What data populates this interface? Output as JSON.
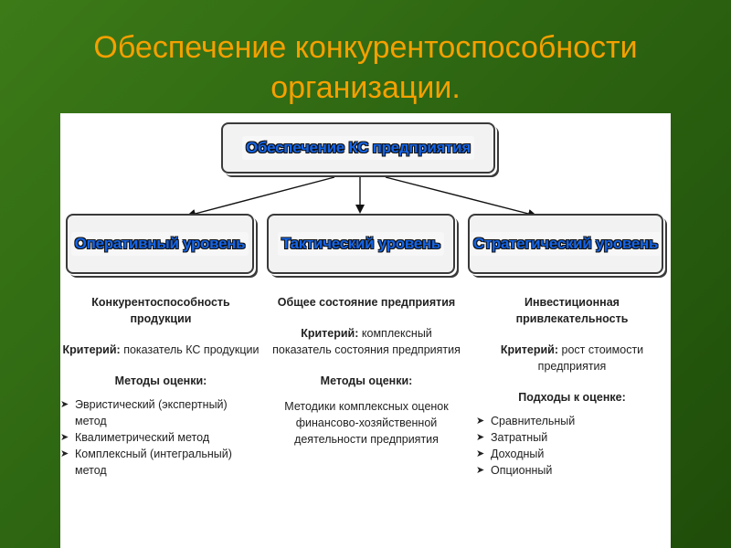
{
  "slide": {
    "title_line1": "Обеспечение конкурентоспособности",
    "title_line2": "организации."
  },
  "diagram": {
    "root": "Обеспечение КС предприятия",
    "levels": [
      {
        "label": "Оперативный уровень",
        "object": "Конкурентоспособность продукции",
        "criterion_label": "Критерий:",
        "criterion_text": "показатель КС продукции",
        "methods_label": "Методы оценки:",
        "methods": [
          "Эвристический (экспертный) метод",
          "Квалиметрический метод",
          "Комплексный (интегральный) метод"
        ]
      },
      {
        "label": "Тактический уровень",
        "object": "Общее состояние предприятия",
        "criterion_label": "Критерий:",
        "criterion_text": "комплексный показатель состояния предприятия",
        "methods_label": "Методы оценки:",
        "methods_text": "Методики комплексных оценок финансово-хозяйственной деятельности предприятия"
      },
      {
        "label": "Стратегический уровень",
        "object": "Инвестиционная привлекательность",
        "criterion_label": "Критерий:",
        "criterion_text": "рост стоимости предприятия",
        "methods_label": "Подходы к оценке:",
        "methods": [
          "Сравнительный",
          "Затратный",
          "Доходный",
          "Опционный"
        ]
      }
    ]
  },
  "colors": {
    "background": "#2f6a12",
    "title": "#f5a000",
    "box_label": "#1565e8"
  },
  "icons": {
    "bullet": "arrow-bullet-icon"
  }
}
